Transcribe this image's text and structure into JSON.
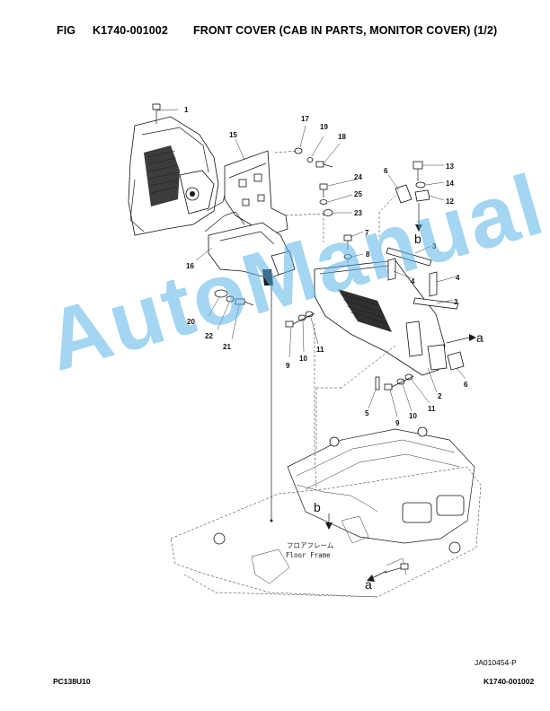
{
  "header": {
    "fig_label": "FIG",
    "fig_code": "K1740-001002",
    "title": "FRONT COVER (CAB IN PARTS, MONITOR COVER) (1/2)"
  },
  "drawing": {
    "callouts": [
      "1",
      "2",
      "3",
      "3",
      "4",
      "4",
      "5",
      "6",
      "6",
      "7",
      "8",
      "9",
      "9",
      "10",
      "10",
      "11",
      "11",
      "12",
      "13",
      "14",
      "15",
      "16",
      "17",
      "18",
      "19",
      "20",
      "21",
      "22",
      "23",
      "24",
      "25"
    ],
    "letters": [
      "a",
      "a",
      "b",
      "b"
    ],
    "floor_frame_jp": "フロアフレーム",
    "floor_frame_en": "Floor Frame",
    "drawing_code": "JA010454-P"
  },
  "footer": {
    "model": "PC138U10",
    "code": "K1740-001002"
  },
  "watermark": "AutoManual"
}
